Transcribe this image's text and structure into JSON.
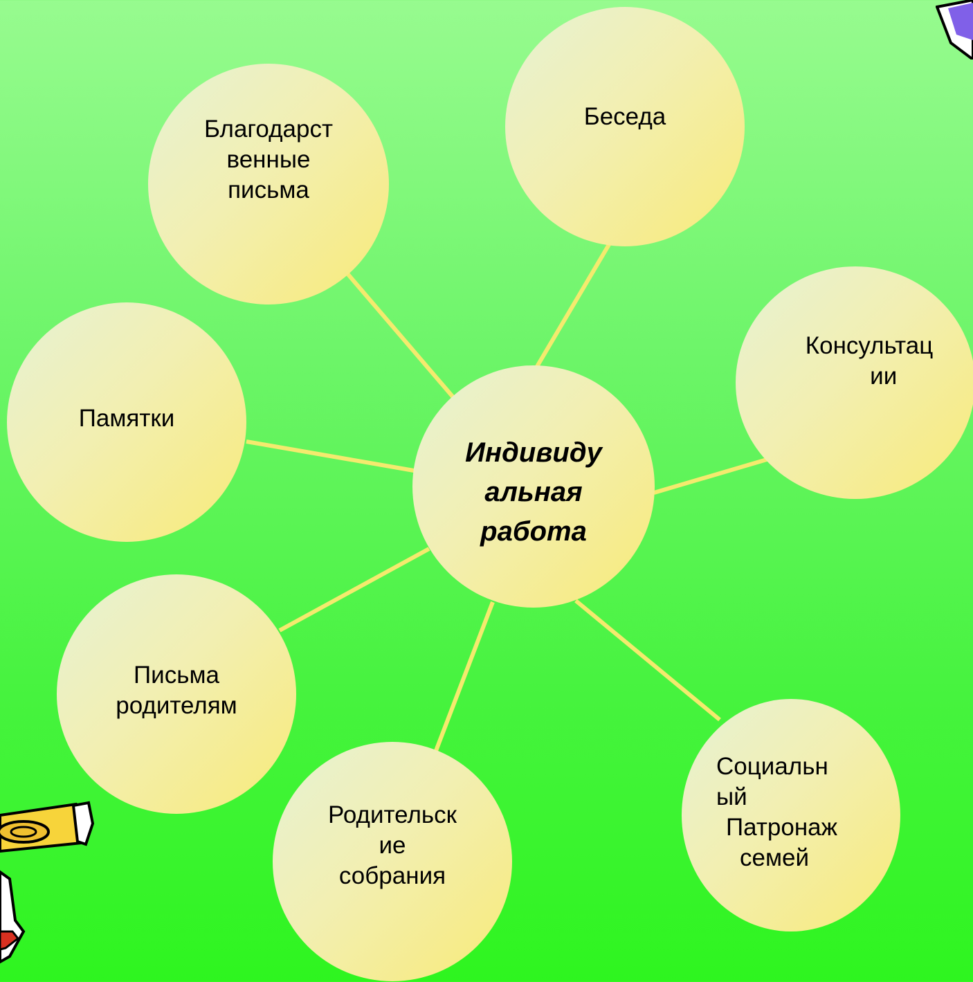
{
  "diagram": {
    "center": {
      "id": "center",
      "label_lines": [
        "Индивиду",
        "альная",
        "работа"
      ]
    },
    "nodes": [
      {
        "id": "beseda",
        "label_lines": [
          "Беседа"
        ]
      },
      {
        "id": "blagodar",
        "label_lines": [
          "Благодарст",
          "венные",
          "письма"
        ]
      },
      {
        "id": "konsult",
        "label_lines": [
          "Консультац",
          "ии"
        ]
      },
      {
        "id": "pamyatki",
        "label_lines": [
          "Памятки"
        ]
      },
      {
        "id": "pisma",
        "label_lines": [
          "Письма",
          "родителям"
        ]
      },
      {
        "id": "sobraniya",
        "label_lines": [
          "Родительск",
          "ие",
          "собрания"
        ]
      },
      {
        "id": "patronazh",
        "label_lines": [
          "Социальн",
          "ый",
          "Патронаж",
          "семей"
        ]
      }
    ],
    "edges": [
      [
        "center",
        "beseda"
      ],
      [
        "center",
        "blagodar"
      ],
      [
        "center",
        "konsult"
      ],
      [
        "center",
        "pamyatki"
      ],
      [
        "center",
        "pisma"
      ],
      [
        "center",
        "sobraniya"
      ],
      [
        "center",
        "patronazh"
      ]
    ]
  },
  "colors": {
    "connector": "#f4ea6e",
    "circle_light": "#e6f2d4",
    "circle_warm": "#f8ea78"
  },
  "decorations": [
    "pencil-clipart",
    "paper-clipart"
  ]
}
